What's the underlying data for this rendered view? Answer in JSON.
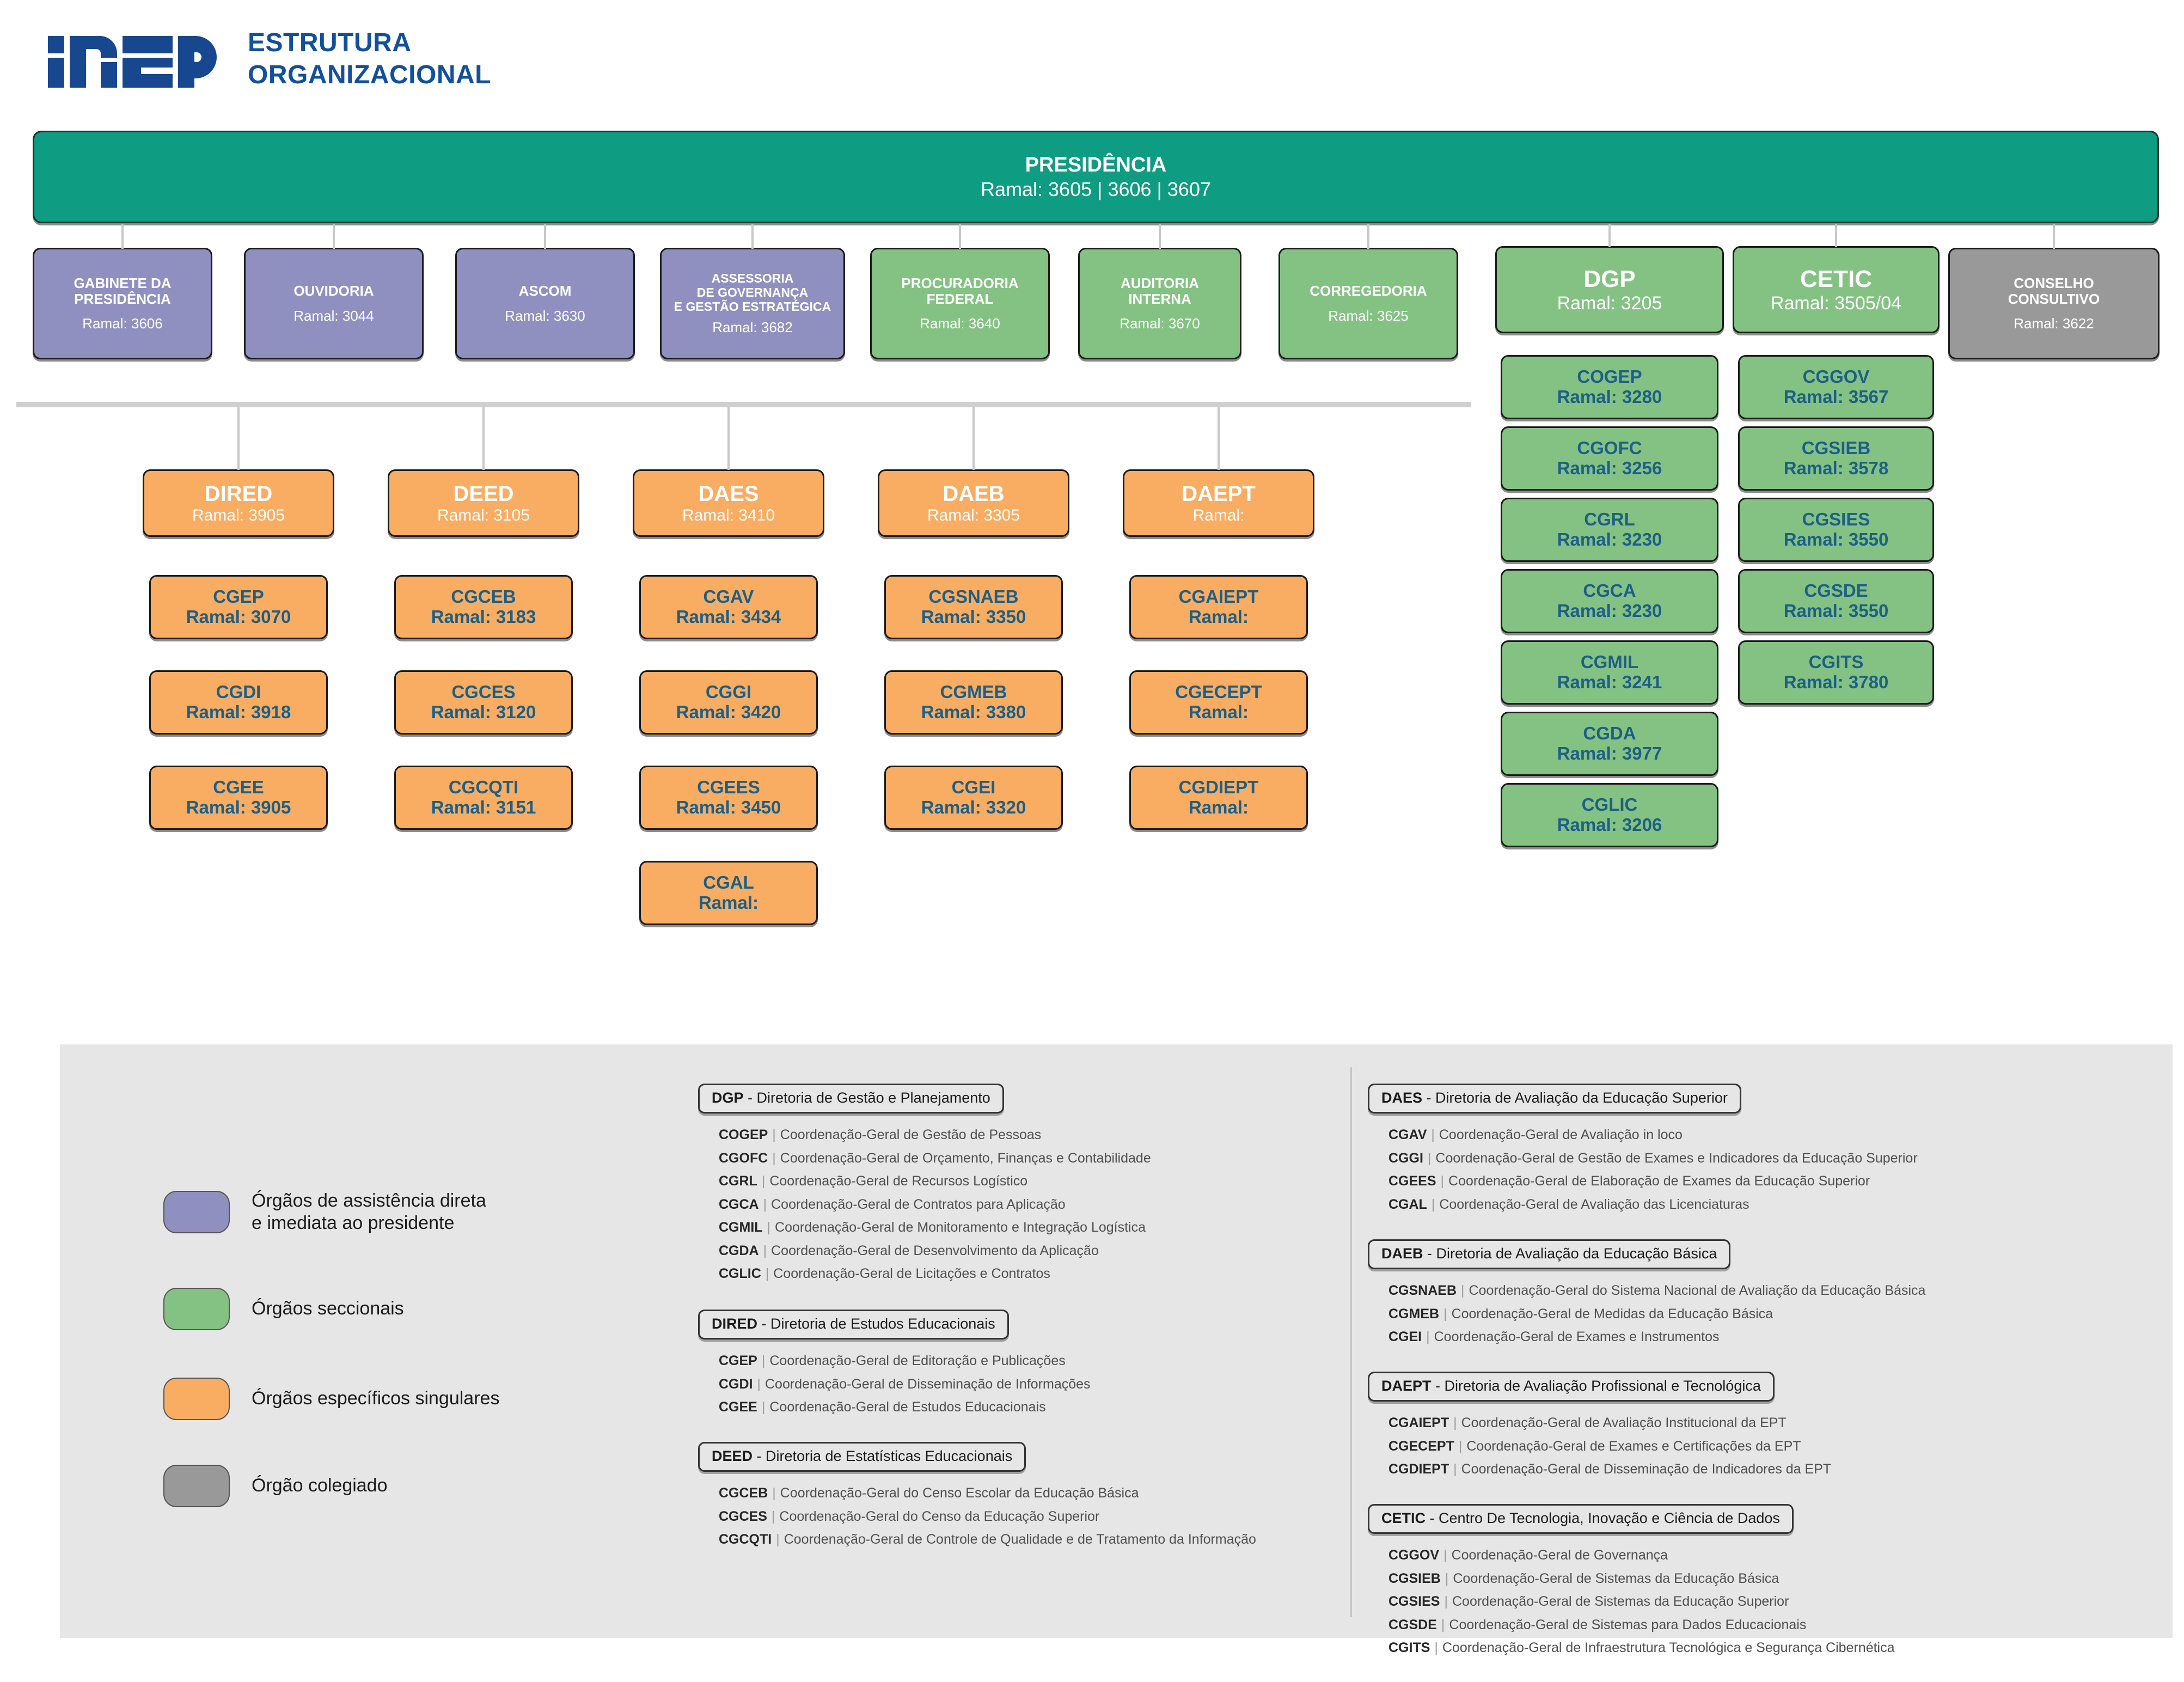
{
  "header": {
    "logo_alt": "INEP",
    "title_line1": "ESTRUTURA",
    "title_line2": "ORGANIZACIONAL",
    "title_color": "#13509c"
  },
  "colors": {
    "presidency": "#0e9c82",
    "assist_direct": "#9090c0",
    "seccionais": "#84c283",
    "especificos": "#f8ad63",
    "colegiado": "#999999",
    "sub_text": "#1d5f86"
  },
  "chart_root": {
    "name": "PRESIDÊNCIA",
    "ext": "Ramal: 3605 | 3606 | 3607"
  },
  "level2": [
    {
      "name": "GABINETE DA\nPRESIDÊNCIA",
      "ext": "Ramal: 3606",
      "type": "assist_direct"
    },
    {
      "name": "OUVIDORIA",
      "ext": "Ramal: 3044",
      "type": "assist_direct"
    },
    {
      "name": "ASCOM",
      "ext": "Ramal: 3630",
      "type": "assist_direct"
    },
    {
      "name": "ASSESSORIA\nDE GOVERNANÇA\nE GESTÃO ESTRATÉGICA",
      "ext": "Ramal: 3682",
      "type": "assist_direct"
    },
    {
      "name": "PROCURADORIA\nFEDERAL",
      "ext": "Ramal: 3640",
      "type": "seccionais"
    },
    {
      "name": "AUDITORIA\nINTERNA",
      "ext": "Ramal: 3670",
      "type": "seccionais"
    },
    {
      "name": "CORREGEDORIA",
      "ext": "Ramal: 3625",
      "type": "seccionais"
    },
    {
      "name": "CONSELHO\nCONSULTIVO",
      "ext": "Ramal: 3622",
      "type": "colegiado"
    }
  ],
  "directorates": [
    {
      "name": "DIRED",
      "ext": "Ramal: 3905",
      "children": [
        {
          "name": "CGEP",
          "ext": "Ramal: 3070"
        },
        {
          "name": "CGDI",
          "ext": "Ramal: 3918"
        },
        {
          "name": "CGEE",
          "ext": "Ramal: 3905"
        }
      ]
    },
    {
      "name": "DEED",
      "ext": "Ramal: 3105",
      "children": [
        {
          "name": "CGCEB",
          "ext": "Ramal: 3183"
        },
        {
          "name": "CGCES",
          "ext": "Ramal: 3120"
        },
        {
          "name": "CGCQTI",
          "ext": "Ramal: 3151"
        }
      ]
    },
    {
      "name": "DAES",
      "ext": "Ramal: 3410",
      "children": [
        {
          "name": "CGAV",
          "ext": "Ramal: 3434"
        },
        {
          "name": "CGGI",
          "ext": "Ramal: 3420"
        },
        {
          "name": "CGEES",
          "ext": "Ramal: 3450"
        },
        {
          "name": "CGAL",
          "ext": "Ramal:"
        }
      ]
    },
    {
      "name": "DAEB",
      "ext": "Ramal: 3305",
      "children": [
        {
          "name": "CGSNAEB",
          "ext": "Ramal: 3350"
        },
        {
          "name": "CGMEB",
          "ext": "Ramal: 3380"
        },
        {
          "name": "CGEI",
          "ext": "Ramal: 3320"
        }
      ]
    },
    {
      "name": "DAEPT",
      "ext": "Ramal:",
      "children": [
        {
          "name": "CGAIEPT",
          "ext": "Ramal:"
        },
        {
          "name": "CGECEPT",
          "ext": "Ramal:"
        },
        {
          "name": "CGDIEPT",
          "ext": "Ramal:"
        }
      ]
    }
  ],
  "green_columns": [
    {
      "name": "DGP",
      "ext": "Ramal: 3205",
      "children": [
        {
          "name": "COGEP",
          "ext": "Ramal: 3280"
        },
        {
          "name": "CGOFC",
          "ext": "Ramal: 3256"
        },
        {
          "name": "CGRL",
          "ext": "Ramal: 3230"
        },
        {
          "name": "CGCA",
          "ext": "Ramal: 3230"
        },
        {
          "name": "CGMIL",
          "ext": "Ramal: 3241"
        },
        {
          "name": "CGDA",
          "ext": "Ramal: 3977"
        },
        {
          "name": "CGLIC",
          "ext": "Ramal: 3206"
        }
      ]
    },
    {
      "name": "CETIC",
      "ext": "Ramal: 3505/04",
      "children": [
        {
          "name": "CGGOV",
          "ext": "Ramal: 3567"
        },
        {
          "name": "CGSIEB",
          "ext": "Ramal: 3578"
        },
        {
          "name": "CGSIES",
          "ext": "Ramal: 3550"
        },
        {
          "name": "CGSDE",
          "ext": "Ramal: 3550"
        },
        {
          "name": "CGITS",
          "ext": "Ramal: 3780"
        }
      ]
    }
  ],
  "legend": [
    {
      "color": "#9090c0",
      "label": "Órgãos de assistência direta\ne imediata ao presidente"
    },
    {
      "color": "#84c283",
      "label": "Órgãos seccionais"
    },
    {
      "color": "#f8ad63",
      "label": "Órgãos específicos singulares"
    },
    {
      "color": "#999999",
      "label": "Órgão colegiado"
    }
  ],
  "definitions_left": [
    {
      "acr": "DGP",
      "title": " - Diretoria de Gestão e Planejamento",
      "items": [
        {
          "acr": "COGEP",
          "desc": "Coordenação-Geral de Gestão de Pessoas"
        },
        {
          "acr": "CGOFC",
          "desc": "Coordenação-Geral de Orçamento, Finanças e Contabilidade"
        },
        {
          "acr": "CGRL",
          "desc": "Coordenação-Geral de Recursos Logístico"
        },
        {
          "acr": "CGCA",
          "desc": "Coordenação-Geral de Contratos para Aplicação"
        },
        {
          "acr": "CGMIL",
          "desc": "Coordenação-Geral de Monitoramento e Integração Logística"
        },
        {
          "acr": "CGDA",
          "desc": "Coordenação-Geral de Desenvolvimento da Aplicação"
        },
        {
          "acr": "CGLIC",
          "desc": "Coordenação-Geral de Licitações e Contratos"
        }
      ]
    },
    {
      "acr": "DIRED",
      "title": " - Diretoria de Estudos Educacionais",
      "items": [
        {
          "acr": "CGEP",
          "desc": "Coordenação-Geral de Editoração e Publicações"
        },
        {
          "acr": "CGDI",
          "desc": "Coordenação-Geral de Disseminação de Informações"
        },
        {
          "acr": "CGEE",
          "desc": "Coordenação-Geral de Estudos Educacionais"
        }
      ]
    },
    {
      "acr": "DEED",
      "title": " - Diretoria de Estatísticas Educacionais",
      "items": [
        {
          "acr": "CGCEB",
          "desc": "Coordenação-Geral do Censo Escolar da Educação Básica"
        },
        {
          "acr": "CGCES",
          "desc": "Coordenação-Geral do Censo da Educação Superior"
        },
        {
          "acr": "CGCQTI",
          "desc": "Coordenação-Geral de Controle de Qualidade e de Tratamento da Informação"
        }
      ]
    }
  ],
  "definitions_right": [
    {
      "acr": "DAES",
      "title": " - Diretoria de Avaliação da Educação Superior",
      "items": [
        {
          "acr": "CGAV",
          "desc": "Coordenação-Geral de Avaliação in loco"
        },
        {
          "acr": "CGGI",
          "desc": "Coordenação-Geral de Gestão de Exames e Indicadores da Educação Superior"
        },
        {
          "acr": "CGEES",
          "desc": "Coordenação-Geral de Elaboração de Exames da Educação Superior"
        },
        {
          "acr": "CGAL",
          "desc": "Coordenação-Geral de Avaliação das Licenciaturas"
        }
      ]
    },
    {
      "acr": "DAEB",
      "title": " - Diretoria de Avaliação da Educação Básica",
      "items": [
        {
          "acr": "CGSNAEB",
          "desc": "Coordenação-Geral do Sistema Nacional de Avaliação da Educação Básica"
        },
        {
          "acr": "CGMEB",
          "desc": "Coordenação-Geral de Medidas da Educação Básica"
        },
        {
          "acr": "CGEI",
          "desc": "Coordenação-Geral de Exames e Instrumentos"
        }
      ]
    },
    {
      "acr": "DAEPT",
      "title": " - Diretoria de Avaliação Profissional e Tecnológica",
      "items": [
        {
          "acr": "CGAIEPT",
          "desc": "Coordenação-Geral de Avaliação Institucional da EPT"
        },
        {
          "acr": "CGECEPT",
          "desc": "Coordenação-Geral de Exames e Certificações da EPT"
        },
        {
          "acr": "CGDIEPT",
          "desc": "Coordenação-Geral de Disseminação de Indicadores da EPT"
        }
      ]
    },
    {
      "acr": "CETIC",
      "title": " - Centro De Tecnologia, Inovação e Ciência de Dados",
      "items": [
        {
          "acr": "CGGOV",
          "desc": "Coordenação-Geral de Governança"
        },
        {
          "acr": "CGSIEB",
          "desc": "Coordenação-Geral de Sistemas da Educação Básica"
        },
        {
          "acr": "CGSIES",
          "desc": "Coordenação-Geral de Sistemas da Educação Superior"
        },
        {
          "acr": "CGSDE",
          "desc": "Coordenação-Geral de Sistemas para Dados Educacionais"
        },
        {
          "acr": "CGITS",
          "desc": "Coordenação-Geral de Infraestrutura Tecnológica e Segurança Cibernética"
        }
      ]
    }
  ]
}
